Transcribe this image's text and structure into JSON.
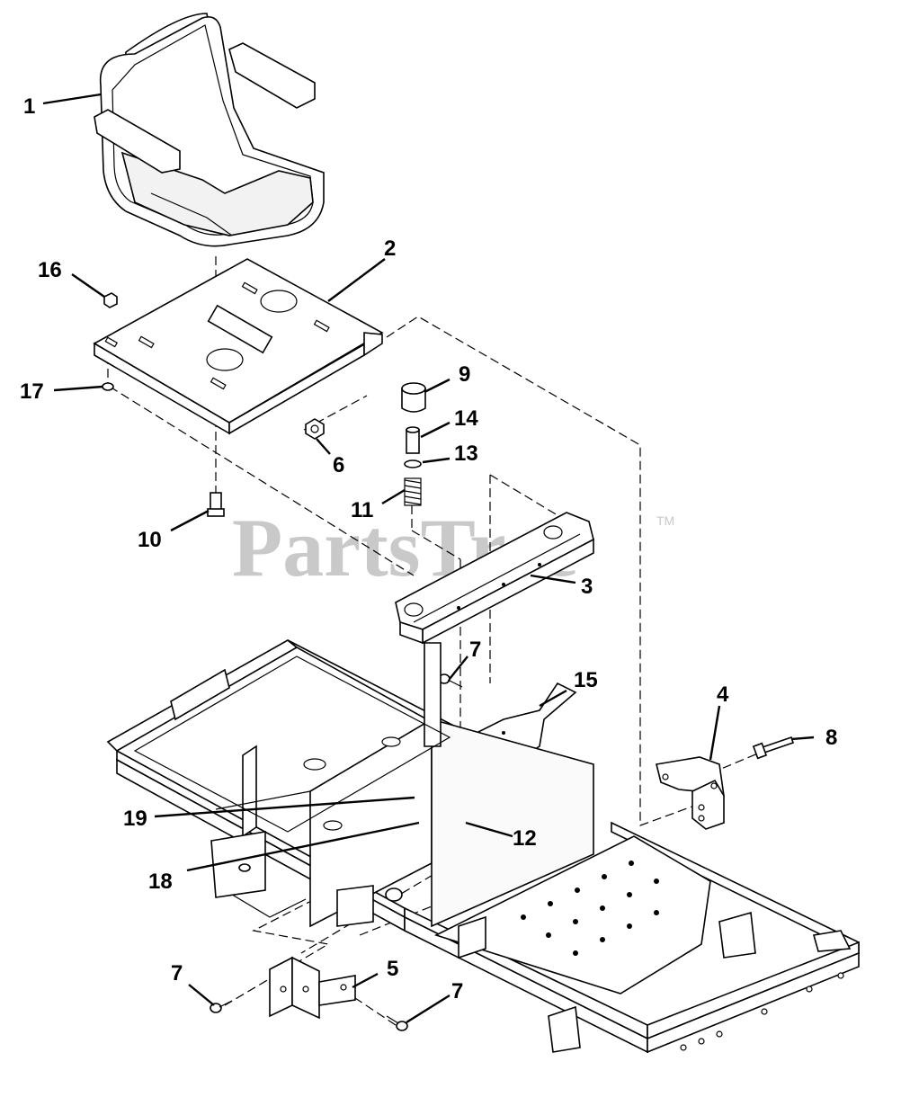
{
  "watermark": {
    "text": "PartsTree",
    "trademark": "TM"
  },
  "callouts": [
    {
      "id": "c1",
      "label": "1"
    },
    {
      "id": "c2",
      "label": "2"
    },
    {
      "id": "c3",
      "label": "3"
    },
    {
      "id": "c4",
      "label": "4"
    },
    {
      "id": "c5",
      "label": "5"
    },
    {
      "id": "c6",
      "label": "6"
    },
    {
      "id": "c7a",
      "label": "7"
    },
    {
      "id": "c7b",
      "label": "7"
    },
    {
      "id": "c7c",
      "label": "7"
    },
    {
      "id": "c8",
      "label": "8"
    },
    {
      "id": "c9",
      "label": "9"
    },
    {
      "id": "c10",
      "label": "10"
    },
    {
      "id": "c11",
      "label": "11"
    },
    {
      "id": "c12",
      "label": "12"
    },
    {
      "id": "c13",
      "label": "13"
    },
    {
      "id": "c14",
      "label": "14"
    },
    {
      "id": "c15",
      "label": "15"
    },
    {
      "id": "c16",
      "label": "16"
    },
    {
      "id": "c17",
      "label": "17"
    },
    {
      "id": "c18",
      "label": "18"
    },
    {
      "id": "c19",
      "label": "19"
    }
  ]
}
